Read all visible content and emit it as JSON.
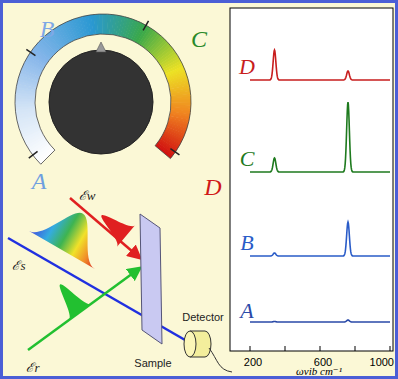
{
  "diagram": {
    "labels": [
      "A",
      "B",
      "C",
      "D",
      "ℰw",
      "ℰs",
      "ℰr",
      "Sample",
      "Detector",
      "D",
      "C",
      "B",
      "A",
      "200",
      "600",
      "1000",
      "ωvib cm⁻¹"
    ]
  }
}
